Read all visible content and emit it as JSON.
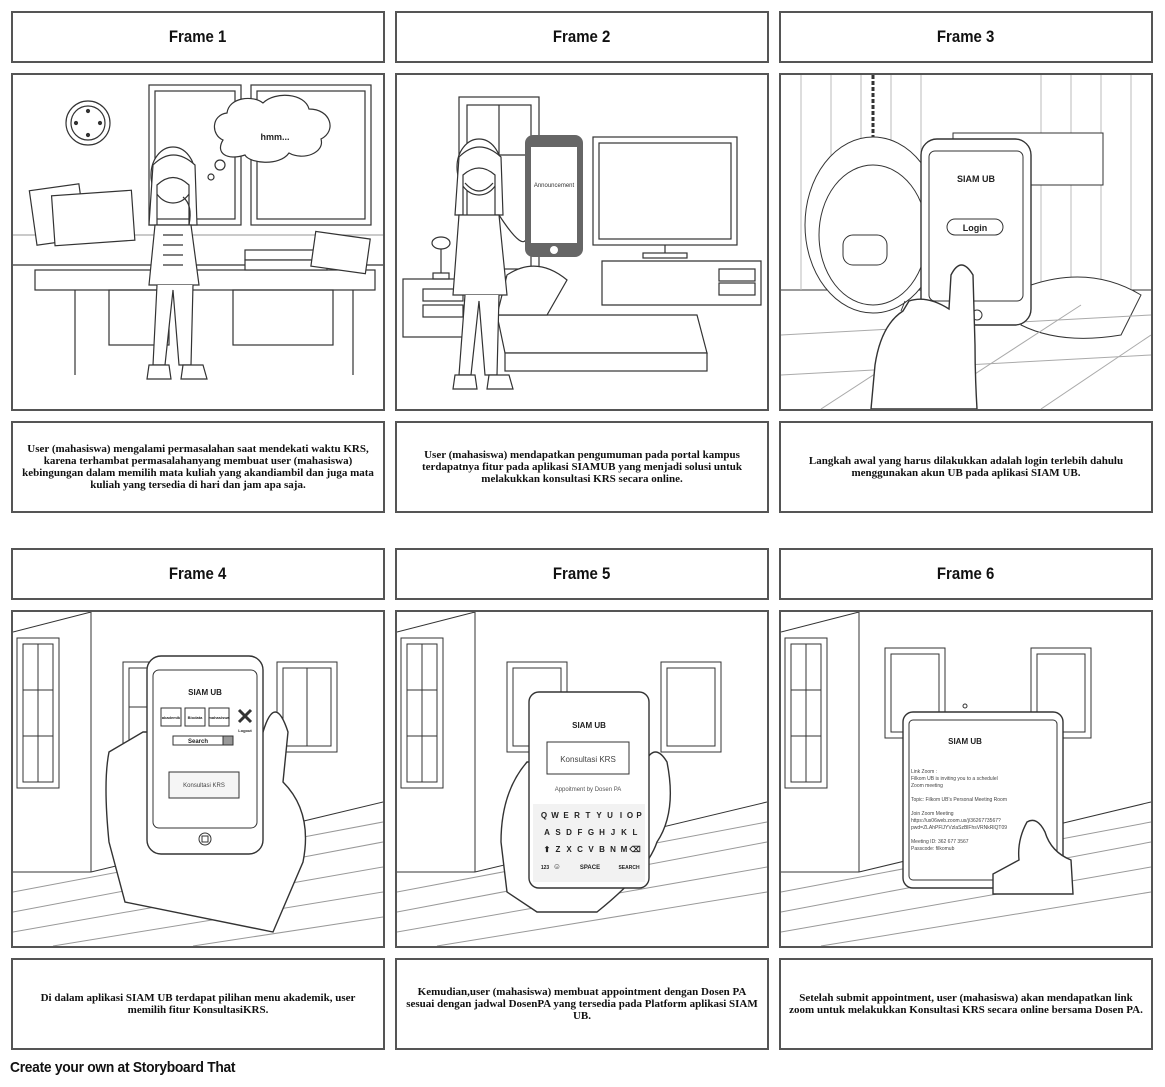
{
  "frames": [
    {
      "title": "Frame 1",
      "caption": "User (mahasiswa) mengalami permasalahan saat mendekati waktu KRS, karena terhambat permasalahanyang membuat user (mahasiswa) kebingungan dalam memilih mata kuliah yang akandiambil dan juga mata kuliah yang tersedia di hari dan jam apa saja.",
      "scene": {
        "thought_bubble": "hmm..."
      }
    },
    {
      "title": "Frame 2",
      "caption": "User (mahasiswa) mendapatkan pengumuman pada portal kampus terdapatnya fitur pada aplikasi SIAMUB yang menjadi solusi untuk melakukkan konsultasi KRS secara online.",
      "scene": {
        "phone_text": "Announcement"
      }
    },
    {
      "title": "Frame 3",
      "caption": "Langkah awal yang harus dilakukkan adalah login terlebih dahulu menggunakan akun UB pada aplikasi SIAM UB.",
      "scene": {
        "app_title": "SIAM UB",
        "login_button": "Login"
      }
    },
    {
      "title": "Frame 4",
      "caption": "Di dalam aplikasi SIAM UB terdapat pilihan menu akademik, user memilih fitur KonsultasiKRS.",
      "scene": {
        "app_title": "SIAM UB",
        "menu": [
          "akademik",
          "Biodata",
          "mahasiswa"
        ],
        "logout": "Logout",
        "search": "Search",
        "feature": "Konsultasi KRS"
      }
    },
    {
      "title": "Frame 5",
      "caption": "Kemudian,user (mahasiswa) membuat appointment dengan Dosen PA sesuai dengan jadwal DosenPA yang tersedia pada Platform aplikasi SIAM UB.",
      "scene": {
        "app_title": "SIAM UB",
        "box_text": "Konsultasi KRS",
        "subtitle": "Appoitment by Dosen PA",
        "keyboard_rows": [
          [
            "Q",
            "W",
            "E",
            "R",
            "T",
            "Y",
            "U",
            "I",
            "O",
            "P"
          ],
          [
            "A",
            "S",
            "D",
            "F",
            "G",
            "H",
            "J",
            "K",
            "L"
          ],
          [
            "⬆",
            "Z",
            "X",
            "C",
            "V",
            "B",
            "N",
            "M",
            "⌫"
          ],
          [
            "123",
            "☺",
            "SPACE",
            "SEARCH"
          ]
        ]
      }
    },
    {
      "title": "Frame 6",
      "caption": "Setelah submit appointment, user (mahasiswa) akan mendapatkan link zoom untuk melakukkan Konsultasi KRS secara online bersama Dosen PA.",
      "scene": {
        "app_title": "SIAM UB",
        "lines": [
          "Link Zoom :",
          "Filkom UB is inviting you to a schedulel",
          "Zoom meeting",
          "",
          "Topic: Filkom UB's Personal Meeting Room",
          "",
          "Join Zoom Meeting",
          "https://us06web.zoom.us/j/3626773567?",
          "pwd=ZLAhPFlJYVzlaSzBlFhsVRNkRlQT09",
          "",
          "Meeting ID: 362 677 3567",
          "Passcode: filkomub"
        ]
      }
    }
  ],
  "footer": "Create your own at Storyboard That"
}
